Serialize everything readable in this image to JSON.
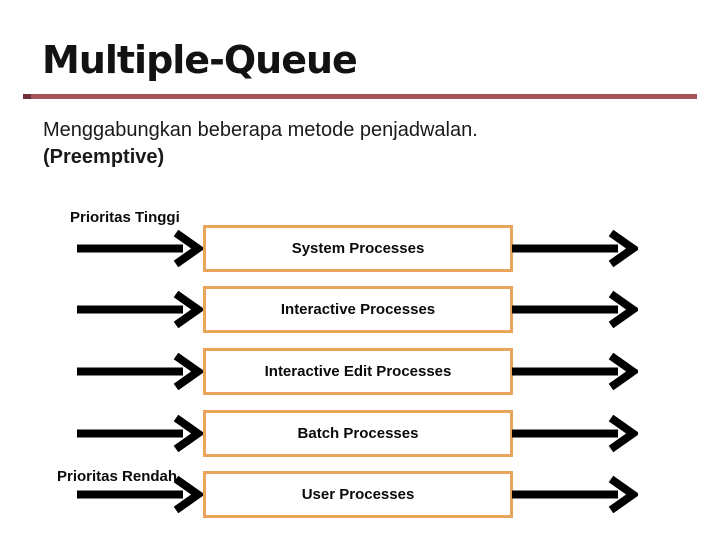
{
  "slide": {
    "title": "Multiple-Queue",
    "subtitle_line1": "Menggabungkan beberapa metode penjadwalan.",
    "subtitle_line2": "(Preemptive)",
    "label_high": "Prioritas Tinggi",
    "label_low": "Prioritas Rendah",
    "queues": [
      {
        "label": "System Processes"
      },
      {
        "label": "Interactive Processes"
      },
      {
        "label": "Interactive Edit Processes"
      },
      {
        "label": "Batch Processes"
      },
      {
        "label": "User Processes"
      }
    ],
    "colors": {
      "title_text": "#121212",
      "rule_red": "#A5545C",
      "rule_red_dark_start": "#6E3138",
      "box_border_orange": "#E9A55B",
      "arrow_black": "#000000",
      "background": "#FFFFFF"
    }
  }
}
